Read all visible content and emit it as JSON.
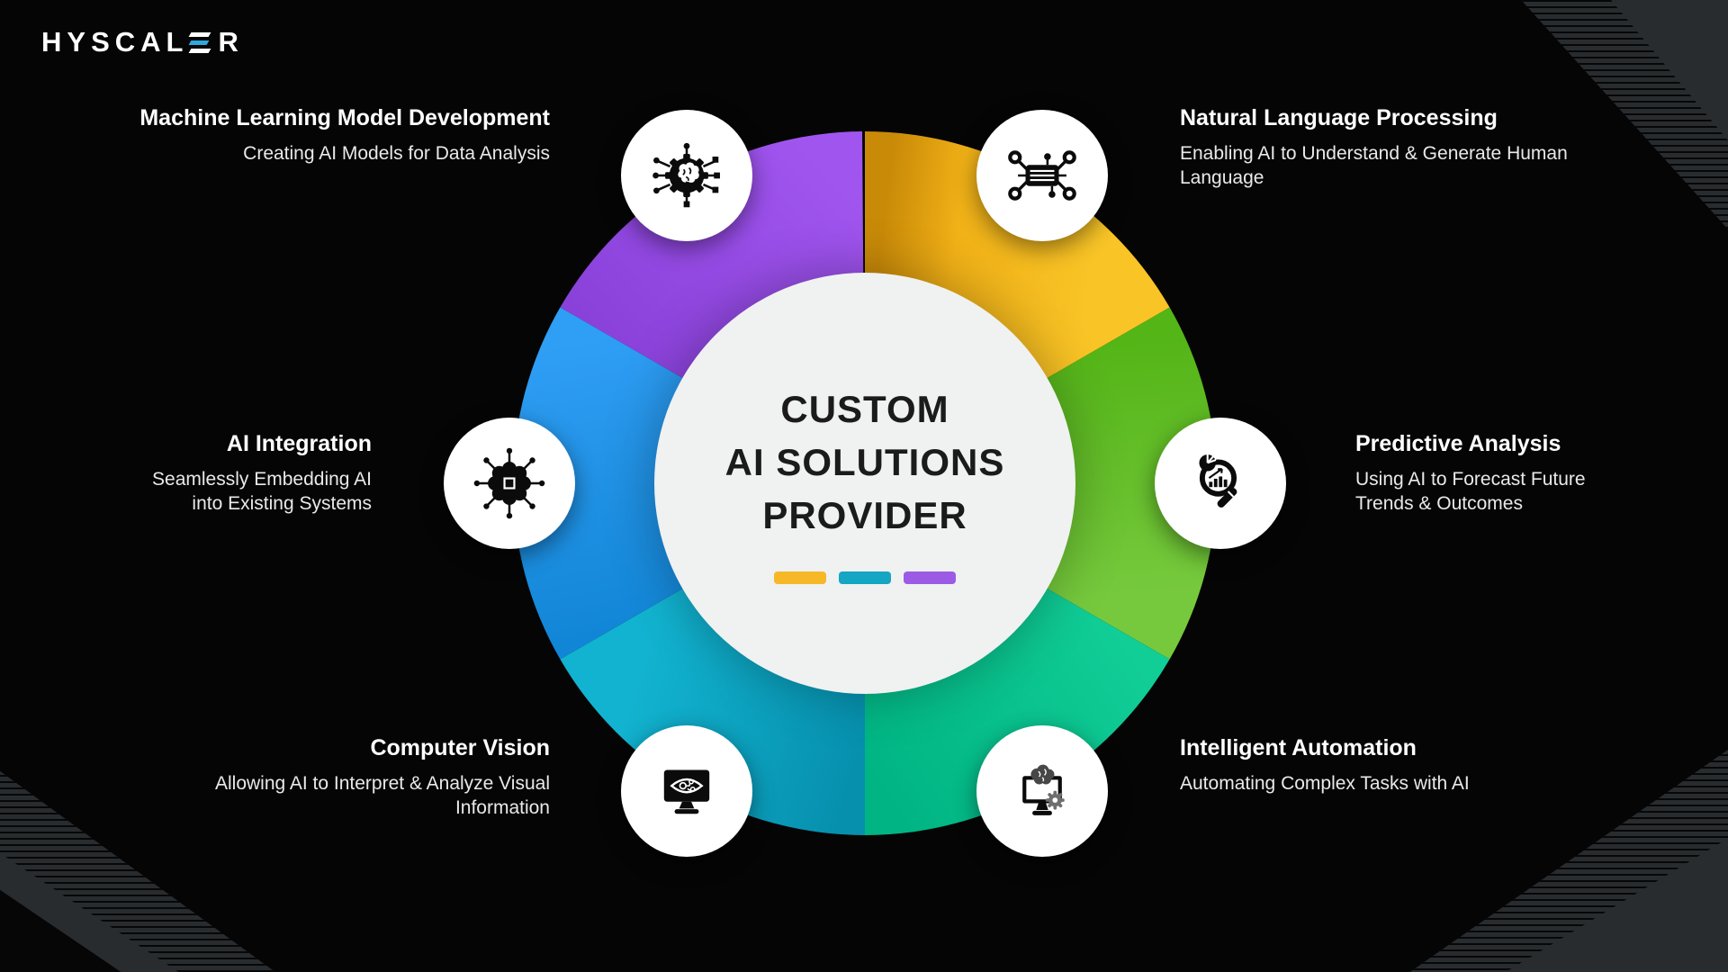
{
  "brand": {
    "prefix": "HYSCAL",
    "suffix": "R",
    "accent_color": "#2FA8E0"
  },
  "center": {
    "lines": [
      "CUSTOM",
      "AI SOLUTIONS",
      "PROVIDER"
    ],
    "dash_colors": [
      "#F6B826",
      "#14A6C3",
      "#9C5BE5"
    ],
    "circle_color": "#F0F1F1"
  },
  "segments": [
    {
      "position": "top-left",
      "title": "Machine Learning Model Development",
      "desc_lines": [
        "Creating AI Models for Data Analysis"
      ],
      "color": "#9B50EC",
      "icon": "brain-gear-network-icon"
    },
    {
      "position": "top-right",
      "title": "Natural Language Processing",
      "desc_lines": [
        "Enabling AI to Understand & Generate Human",
        "Language"
      ],
      "color": "#F3B71C",
      "icon": "chip-circuit-icon"
    },
    {
      "position": "left",
      "title": "AI Integration",
      "desc_lines": [
        "Seamlessly Embedding AI",
        "into Existing Systems"
      ],
      "color": "#1E95E8",
      "icon": "brain-chip-network-icon"
    },
    {
      "position": "right",
      "title": "Predictive Analysis",
      "desc_lines": [
        "Using AI to Forecast Future",
        "Trends & Outcomes"
      ],
      "color": "#63BF29",
      "icon": "magnifier-analytics-icon"
    },
    {
      "position": "bottom-left",
      "title": "Computer Vision",
      "desc_lines": [
        "Allowing AI to Interpret & Analyze Visual",
        "Information"
      ],
      "color": "#0BA9C6",
      "icon": "monitor-eye-icon"
    },
    {
      "position": "bottom-right",
      "title": "Intelligent Automation",
      "desc_lines": [
        "Automating Complex Tasks with AI"
      ],
      "color": "#02BD8B",
      "icon": "monitor-brain-gear-icon"
    }
  ]
}
